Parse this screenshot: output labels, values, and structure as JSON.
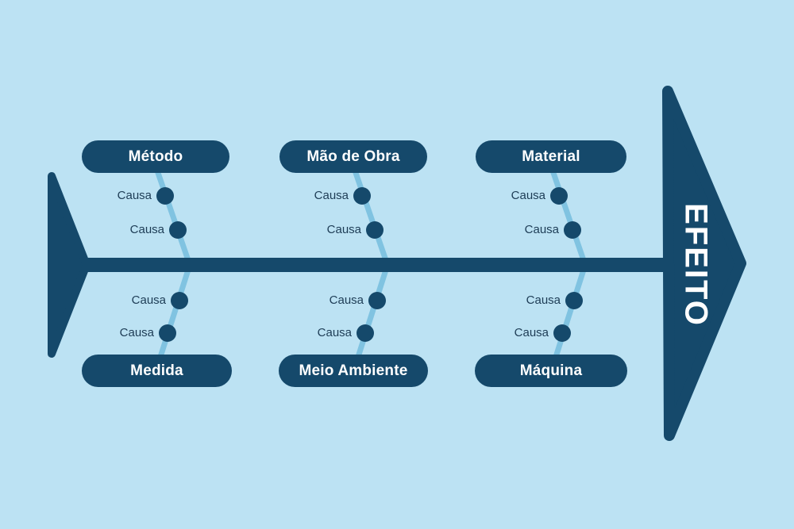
{
  "colors": {
    "background": "#bce2f3",
    "primary_dark_blue": "#15496b",
    "branch_line_blue": "#80c3e1",
    "cause_text": "#1d3c55",
    "pill_text": "#ffffff"
  },
  "effect": {
    "label": "EFEITO"
  },
  "top_categories": [
    {
      "label": "Método",
      "causes": [
        "Causa",
        "Causa"
      ]
    },
    {
      "label": "Mão de Obra",
      "causes": [
        "Causa",
        "Causa"
      ]
    },
    {
      "label": "Material",
      "causes": [
        "Causa",
        "Causa"
      ]
    }
  ],
  "bottom_categories": [
    {
      "label": "Medida",
      "causes": [
        "Causa",
        "Causa"
      ]
    },
    {
      "label": "Meio Ambiente",
      "causes": [
        "Causa",
        "Causa"
      ]
    },
    {
      "label": "Máquina",
      "causes": [
        "Causa",
        "Causa"
      ]
    }
  ]
}
